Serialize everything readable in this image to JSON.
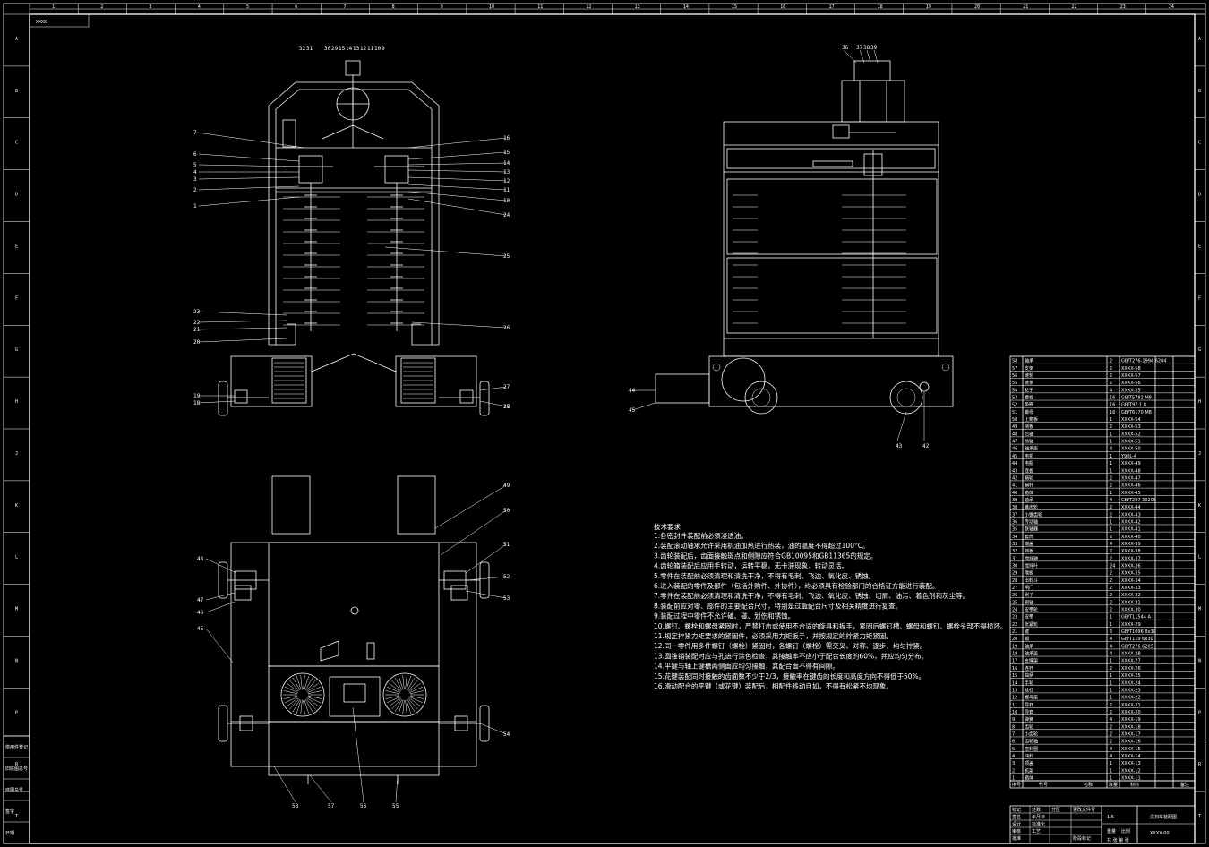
{
  "sheet": {
    "top_ticks": [
      "1",
      "2",
      "3",
      "4",
      "5",
      "6",
      "7",
      "8",
      "9",
      "10",
      "11",
      "12",
      "13",
      "14",
      "15",
      "16",
      "17",
      "18",
      "19",
      "20",
      "21",
      "22",
      "23",
      "24"
    ],
    "side_letters": [
      "A",
      "B",
      "C",
      "D",
      "E",
      "F",
      "G",
      "H",
      "J",
      "K",
      "L",
      "M",
      "N",
      "P",
      "R",
      "T"
    ],
    "drawing_code_tag": "XXXX"
  },
  "views": {
    "front_top_labels": [
      "32",
      "31",
      "30",
      "29",
      "15",
      "14",
      "13",
      "12",
      "11",
      "10",
      "9"
    ],
    "front_left_labels": [
      "7",
      "6",
      "5",
      "4",
      "3",
      "2",
      "1",
      "23",
      "22",
      "21",
      "20",
      "19",
      "18"
    ],
    "front_right_labels": [
      "16",
      "15",
      "14",
      "13",
      "12",
      "11",
      "10",
      "24",
      "25",
      "26",
      "27",
      "28",
      "17"
    ],
    "side_top_labels": [
      "36",
      "37",
      "38",
      "39"
    ],
    "side_left_labels": [
      "44",
      "45"
    ],
    "side_bottom_labels": [
      "43",
      "42"
    ],
    "plan_left_labels": [
      "48",
      "47",
      "46",
      "45"
    ],
    "plan_right_labels": [
      "49",
      "50",
      "51",
      "52",
      "53",
      "54"
    ],
    "plan_bottom_labels": [
      "58",
      "57",
      "56",
      "55"
    ]
  },
  "notes": {
    "title": "技术要求",
    "lines": [
      "1.各密封件装配前必须浸透油。",
      "2.装配滚动轴承允许采用机油加热进行热装，油的温度不得超过100°C。",
      "3.齿轮装配后，齿面接触斑点和侧隙应符合GB10095和GB11365的规定。",
      "4.齿轮箱装配后应用手转动，运转平稳，无卡滞现象，转动灵活。",
      "5.零件在装配前必须清理和清洗干净，不得有毛刺、飞边、氧化皮、锈蚀。",
      "6.进入装配的零件及部件（包括外购件、外协件），均必须具有检验部门的合格证方能进行装配。",
      "7.零件在装配前必须清理和清洗干净，不得有毛刺、飞边、氧化皮、锈蚀、切屑、油污、着色剂和灰尘等。",
      "8.装配前应对零、部件的主要配合尺寸，特别是过盈配合尺寸及相关精度进行复查。",
      "9.装配过程中零件不允许磕、碰、划伤和锈蚀。",
      "10.螺钉、螺栓和螺母紧固时，严禁打击或使用不合适的旋具和扳手，紧固后螺钉槽、螺母和螺钉、螺栓头部不得损坏。",
      "11.规定拧紧力矩要求的紧固件，必须采用力矩扳手，并按规定的拧紧力矩紧固。",
      "12.同一零件用多件螺钉（螺栓）紧固时，各螺钉（螺栓）需交叉、对称、逐步、均匀拧紧。",
      "13.圆锥销装配时应与孔进行涂色检查，其接触率不应小于配合长度的60%，并应均匀分布。",
      "14.平键与轴上键槽两侧面应均匀接触，其配合面不得有间隙。",
      "15.花键装配同时接触的齿面数不少于2/3，接触率在键齿的长度和高度方向不得低于50%。",
      "16.滑动配合的平键（或花键）装配后，相配件移动自如，不得有松紧不均现象。"
    ]
  },
  "bom": {
    "rows": [
      {
        "no": "58",
        "name": "轴承",
        "qty": "2",
        "code": "GB/T276-1994 6204"
      },
      {
        "no": "57",
        "name": "支架",
        "qty": "2",
        "code": "XXXX-58"
      },
      {
        "no": "56",
        "name": "链轮",
        "qty": "2",
        "code": "XXXX-57"
      },
      {
        "no": "55",
        "name": "链条",
        "qty": "2",
        "code": "XXXX-56"
      },
      {
        "no": "54",
        "name": "轮子",
        "qty": "4",
        "code": "XXXX-55"
      },
      {
        "no": "53",
        "name": "螺栓",
        "qty": "16",
        "code": "GB/T5782 M8"
      },
      {
        "no": "52",
        "name": "垫圈",
        "qty": "16",
        "code": "GB/T97.1 8"
      },
      {
        "no": "51",
        "name": "螺母",
        "qty": "16",
        "code": "GB/T6170 M8"
      },
      {
        "no": "50",
        "name": "上箱板",
        "qty": "1",
        "code": "XXXX-54"
      },
      {
        "no": "49",
        "name": "侧板",
        "qty": "2",
        "code": "XXXX-53"
      },
      {
        "no": "48",
        "name": "后轴",
        "qty": "1",
        "code": "XXXX-52"
      },
      {
        "no": "47",
        "name": "前轴",
        "qty": "1",
        "code": "XXXX-51"
      },
      {
        "no": "46",
        "name": "轴承座",
        "qty": "4",
        "code": "XXXX-50"
      },
      {
        "no": "45",
        "name": "电机",
        "qty": "1",
        "code": "Y90L-4"
      },
      {
        "no": "44",
        "name": "电瓶",
        "qty": "1",
        "code": "XXXX-49"
      },
      {
        "no": "43",
        "name": "底板",
        "qty": "1",
        "code": "XXXX-48"
      },
      {
        "no": "42",
        "name": "蜗轮",
        "qty": "2",
        "code": "XXXX-47"
      },
      {
        "no": "41",
        "name": "蜗杆",
        "qty": "2",
        "code": "XXXX-46"
      },
      {
        "no": "40",
        "name": "箱体",
        "qty": "1",
        "code": "XXXX-45"
      },
      {
        "no": "39",
        "name": "轴承",
        "qty": "4",
        "code": "GB/T297 30205"
      },
      {
        "no": "38",
        "name": "锥齿轮",
        "qty": "2",
        "code": "XXXX-44"
      },
      {
        "no": "37",
        "name": "小锥齿轮",
        "qty": "2",
        "code": "XXXX-43"
      },
      {
        "no": "36",
        "name": "传动轴",
        "qty": "1",
        "code": "XXXX-42"
      },
      {
        "no": "35",
        "name": "联轴器",
        "qty": "1",
        "code": "XXXX-41"
      },
      {
        "no": "34",
        "name": "套筒",
        "qty": "2",
        "code": "XXXX-40"
      },
      {
        "no": "33",
        "name": "端盖",
        "qty": "4",
        "code": "XXXX-39"
      },
      {
        "no": "32",
        "name": "挡板",
        "qty": "2",
        "code": "XXXX-38"
      },
      {
        "no": "31",
        "name": "搅拌轴",
        "qty": "2",
        "code": "XXXX-37"
      },
      {
        "no": "30",
        "name": "搅拌叶",
        "qty": "24",
        "code": "XXXX-36"
      },
      {
        "no": "29",
        "name": "隔板",
        "qty": "2",
        "code": "XXXX-35"
      },
      {
        "no": "28",
        "name": "出料斗",
        "qty": "2",
        "code": "XXXX-34"
      },
      {
        "no": "27",
        "name": "闸门",
        "qty": "2",
        "code": "XXXX-33"
      },
      {
        "no": "26",
        "name": "刷子",
        "qty": "2",
        "code": "XXXX-32"
      },
      {
        "no": "25",
        "name": "刷轴",
        "qty": "2",
        "code": "XXXX-31"
      },
      {
        "no": "24",
        "name": "皮带轮",
        "qty": "2",
        "code": "XXXX-30"
      },
      {
        "no": "23",
        "name": "皮带",
        "qty": "1",
        "code": "GB/T11544 A"
      },
      {
        "no": "22",
        "name": "张紧轮",
        "qty": "1",
        "code": "XXXX-29"
      },
      {
        "no": "21",
        "name": "键",
        "qty": "6",
        "code": "GB/T1096 8x30"
      },
      {
        "no": "20",
        "name": "销",
        "qty": "4",
        "code": "GB/T119 6x30"
      },
      {
        "no": "19",
        "name": "轴承",
        "qty": "4",
        "code": "GB/T276 6205"
      },
      {
        "no": "18",
        "name": "轴承盖",
        "qty": "4",
        "code": "XXXX-28"
      },
      {
        "no": "17",
        "name": "支撑架",
        "qty": "1",
        "code": "XXXX-27"
      },
      {
        "no": "16",
        "name": "连杆",
        "qty": "2",
        "code": "XXXX-26"
      },
      {
        "no": "15",
        "name": "曲柄",
        "qty": "1",
        "code": "XXXX-25"
      },
      {
        "no": "14",
        "name": "手轮",
        "qty": "1",
        "code": "XXXX-24"
      },
      {
        "no": "13",
        "name": "丝杠",
        "qty": "1",
        "code": "XXXX-23"
      },
      {
        "no": "12",
        "name": "螺母座",
        "qty": "1",
        "code": "XXXX-22"
      },
      {
        "no": "11",
        "name": "导杆",
        "qty": "2",
        "code": "XXXX-21"
      },
      {
        "no": "10",
        "name": "导套",
        "qty": "2",
        "code": "XXXX-20"
      },
      {
        "no": "9",
        "name": "弹簧",
        "qty": "4",
        "code": "XXXX-19"
      },
      {
        "no": "8",
        "name": "齿轮",
        "qty": "2",
        "code": "XXXX-18"
      },
      {
        "no": "7",
        "name": "小齿轮",
        "qty": "2",
        "code": "XXXX-17"
      },
      {
        "no": "6",
        "name": "齿轮轴",
        "qty": "2",
        "code": "XXXX-16"
      },
      {
        "no": "5",
        "name": "密封圈",
        "qty": "4",
        "code": "XXXX-15"
      },
      {
        "no": "4",
        "name": "油封",
        "qty": "4",
        "code": "XXXX-14"
      },
      {
        "no": "3",
        "name": "顶盖",
        "qty": "1",
        "code": "XXXX-13"
      },
      {
        "no": "2",
        "name": "机架",
        "qty": "1",
        "code": "XXXX-12"
      },
      {
        "no": "1",
        "name": "箱体",
        "qty": "1",
        "code": "XXXX-11"
      }
    ],
    "header": {
      "no": "序号",
      "code": "代号",
      "name": "名称",
      "qty": "数量",
      "material": "材料",
      "remark": "备注"
    }
  },
  "title_block": {
    "labels": [
      "标记",
      "处数",
      "分区",
      "更改文件号",
      "签名",
      "年月日",
      "设计",
      "标准化",
      "审核",
      "工艺",
      "批准",
      "阶段标记",
      "重量",
      "比例",
      "共 张 第 张"
    ],
    "drawing_title": "清扫车装配图",
    "drawing_code": "XXXX-00",
    "scale": "1:5"
  },
  "left_strip": {
    "labels": [
      "借用件登记",
      "旧底图总号",
      "底图总号",
      "签字",
      "日期"
    ]
  }
}
